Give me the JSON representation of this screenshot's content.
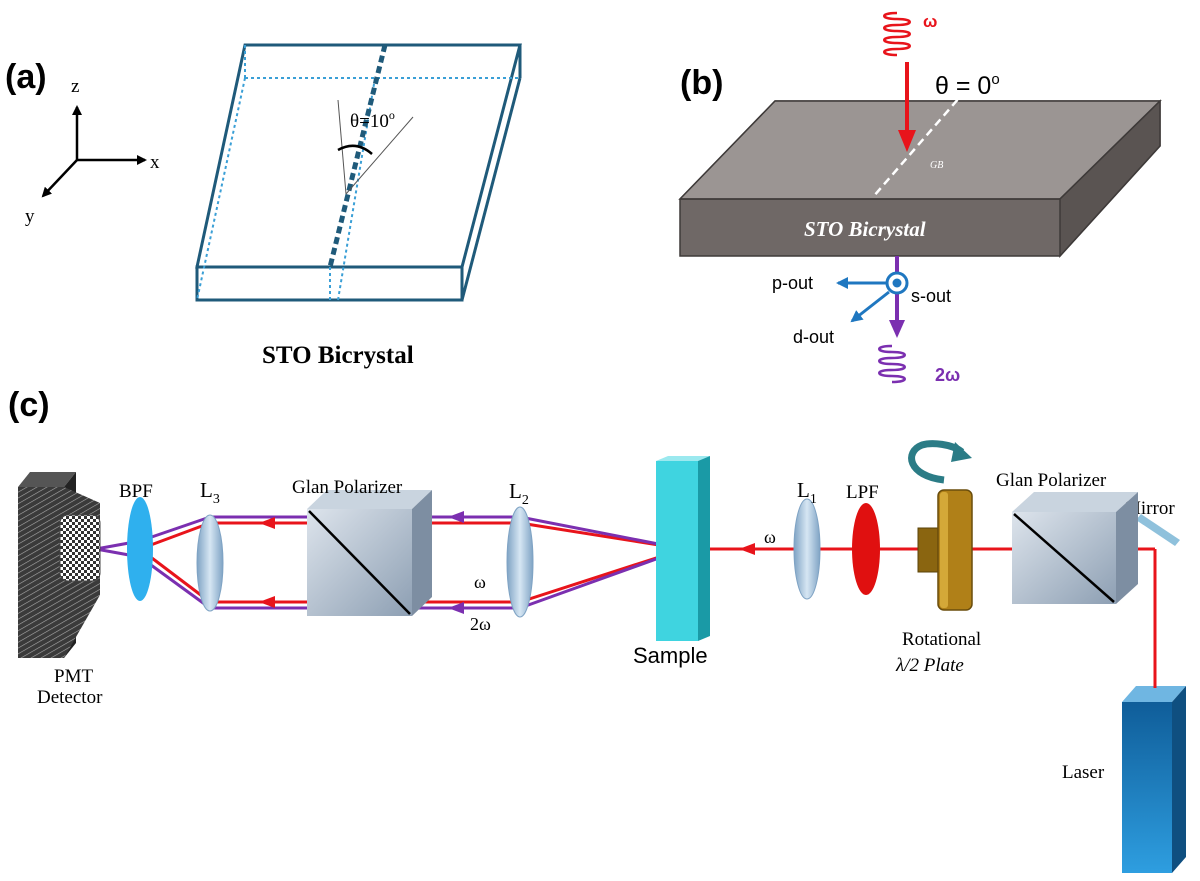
{
  "panel_a": {
    "label": "(a)",
    "axis_z": "z",
    "axis_x": "x",
    "axis_y": "y",
    "angle": "θ=10",
    "angle_sup": "o",
    "caption": "STO Bicrystal"
  },
  "panel_b": {
    "label": "(b)",
    "omega": "ω",
    "theta": "θ = 0",
    "theta_sup": "o",
    "gb": "GB",
    "crystal": "STO Bicrystal",
    "p_out": "p-out",
    "s_out": "s-out",
    "d_out": "d-out",
    "two_omega": "2ω"
  },
  "panel_c": {
    "label": "(c)",
    "bpf": "BPF",
    "l3": "L",
    "l3_sub": "3",
    "glan_left": "Glan Polarizer",
    "l2": "L",
    "l2_sub": "2",
    "omega": "ω",
    "two_omega": "2ω",
    "sample": "Sample",
    "omega_right": "ω",
    "l1": "L",
    "l1_sub": "1",
    "lpf": "LPF",
    "glan_right": "Glan Polarizer",
    "mirror": "Mirror",
    "rot_line1": "Rotational",
    "rot_line2": "λ/2 Plate",
    "pmt_line1": "PMT",
    "pmt_line2": "Detector",
    "laser": "Laser"
  },
  "colors": {
    "crystal_outline": "#1f5a7a",
    "crystal_dotted": "#3a9fd6",
    "beam_red": "#e8141b",
    "beam_purple": "#7b2fb0",
    "blue_arrow": "#1f77c0",
    "sample": "#3fd4e0",
    "lens": "#a9c4dc",
    "bpf": "#2fb0ee",
    "lpf": "#e01010",
    "waveplate": "#b08018",
    "laser": "#1f7fbf",
    "mirror": "#8fc1dc",
    "slab_top": "#9b9593",
    "slab_front": "#6f6866"
  }
}
